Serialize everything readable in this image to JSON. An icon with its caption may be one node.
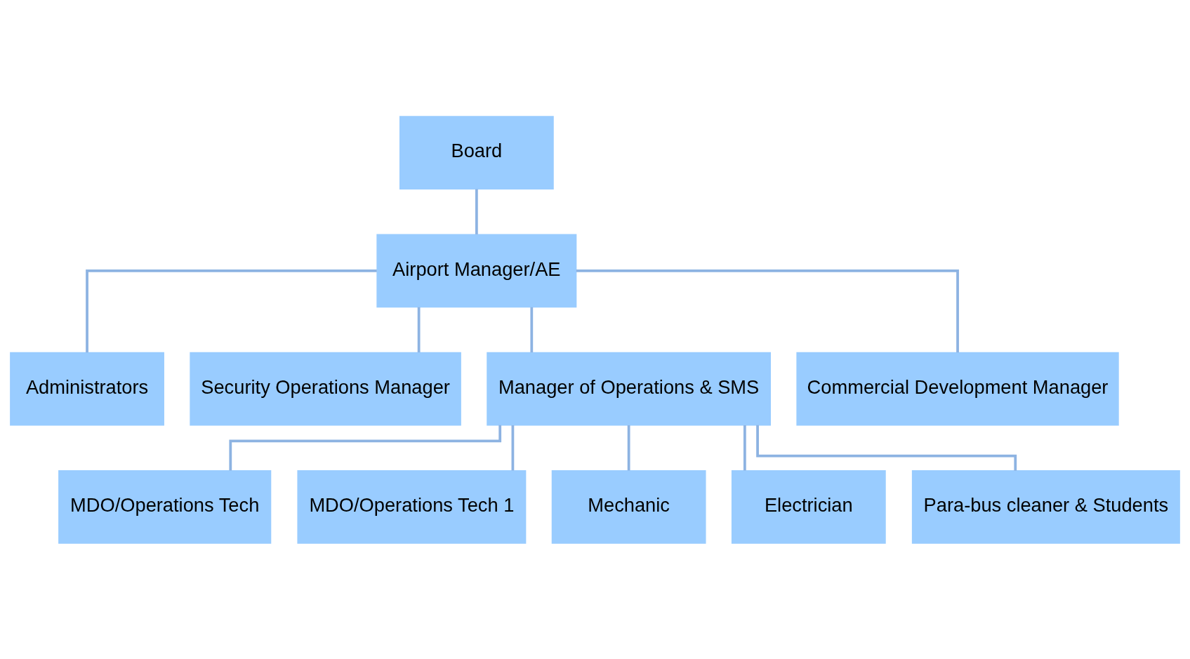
{
  "diagram": {
    "nodes": [
      {
        "text": [
          "Board"
        ]
      },
      {
        "text": [
          "Airport Manager/AE"
        ]
      },
      {
        "text": [
          "Administrators"
        ]
      },
      {
        "text": [
          "Security Operations Manager"
        ]
      },
      {
        "text": [
          "Manager of Operations & SMS"
        ]
      },
      {
        "text": [
          "Commercial Development Manager"
        ]
      },
      {
        "text": [
          "MDO/Operations Tech"
        ]
      },
      {
        "text": [
          "MDO/Operations Tech 1"
        ]
      },
      {
        "text": [
          "Mechanic"
        ]
      },
      {
        "text": [
          "Electrician"
        ]
      },
      {
        "text": [
          "Para-bus cleaner & Students"
        ]
      }
    ],
    "edges": [
      {
        "from": 0,
        "to": 1,
        "arrow": "none"
      },
      {
        "from": 1,
        "to": 2,
        "arrow": "none"
      },
      {
        "from": 1,
        "to": 3,
        "arrow": "none"
      },
      {
        "from": 1,
        "to": 4,
        "arrow": "none"
      },
      {
        "from": 1,
        "to": 5,
        "arrow": "none"
      },
      {
        "from": 4,
        "to": 6,
        "arrow": "none"
      },
      {
        "from": 4,
        "to": 7,
        "arrow": "none"
      },
      {
        "from": 4,
        "to": 8,
        "arrow": "none"
      },
      {
        "from": 4,
        "to": 9,
        "arrow": "none"
      },
      {
        "from": 4,
        "to": 10,
        "arrow": "none"
      }
    ]
  }
}
